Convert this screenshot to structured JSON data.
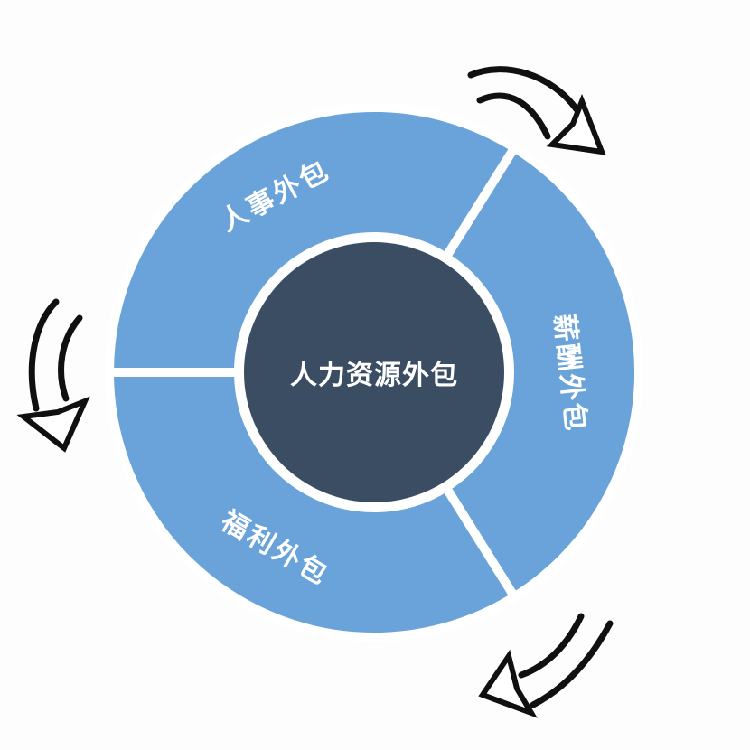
{
  "diagram": {
    "center": {
      "label": "人力资源外包"
    },
    "segments": [
      {
        "id": "personnel-outsourcing",
        "label": "人事外包",
        "position": "top-left"
      },
      {
        "id": "compensation-outsourcing",
        "label": "薪酬外包",
        "position": "right"
      },
      {
        "id": "benefits-outsourcing",
        "label": "福利外包",
        "position": "bottom-left"
      }
    ],
    "arrows": [
      {
        "name": "curved-arrow-top-right",
        "points": "southeast"
      },
      {
        "name": "curved-arrow-left",
        "points": "south"
      },
      {
        "name": "curved-arrow-bottom-right",
        "points": "southwest"
      }
    ],
    "colors": {
      "ring_segment": "#69A3D9",
      "center_circle": "#3A4D63",
      "divider": "#FFFFFF",
      "label_text": "#FFFFFF",
      "arrow_stroke": "#101010",
      "background": "#FDFDFD"
    }
  }
}
